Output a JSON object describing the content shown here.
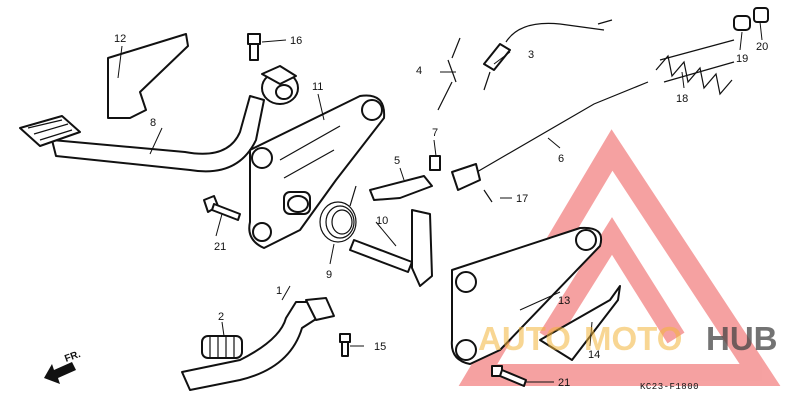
{
  "diagram": {
    "code": "KC23-F1800",
    "direction_label": "FR.",
    "callouts": [
      "1",
      "2",
      "3",
      "4",
      "5",
      "6",
      "7",
      "8",
      "9",
      "10",
      "11",
      "12",
      "13",
      "14",
      "15",
      "16",
      "17",
      "18",
      "19",
      "20",
      "21",
      "21"
    ]
  },
  "watermark": {
    "auto": "AUTO",
    "moto": "MOTO",
    "hub": "HUB",
    "accent_color": "#f3b53a",
    "triangle_color": "#ee5555"
  }
}
